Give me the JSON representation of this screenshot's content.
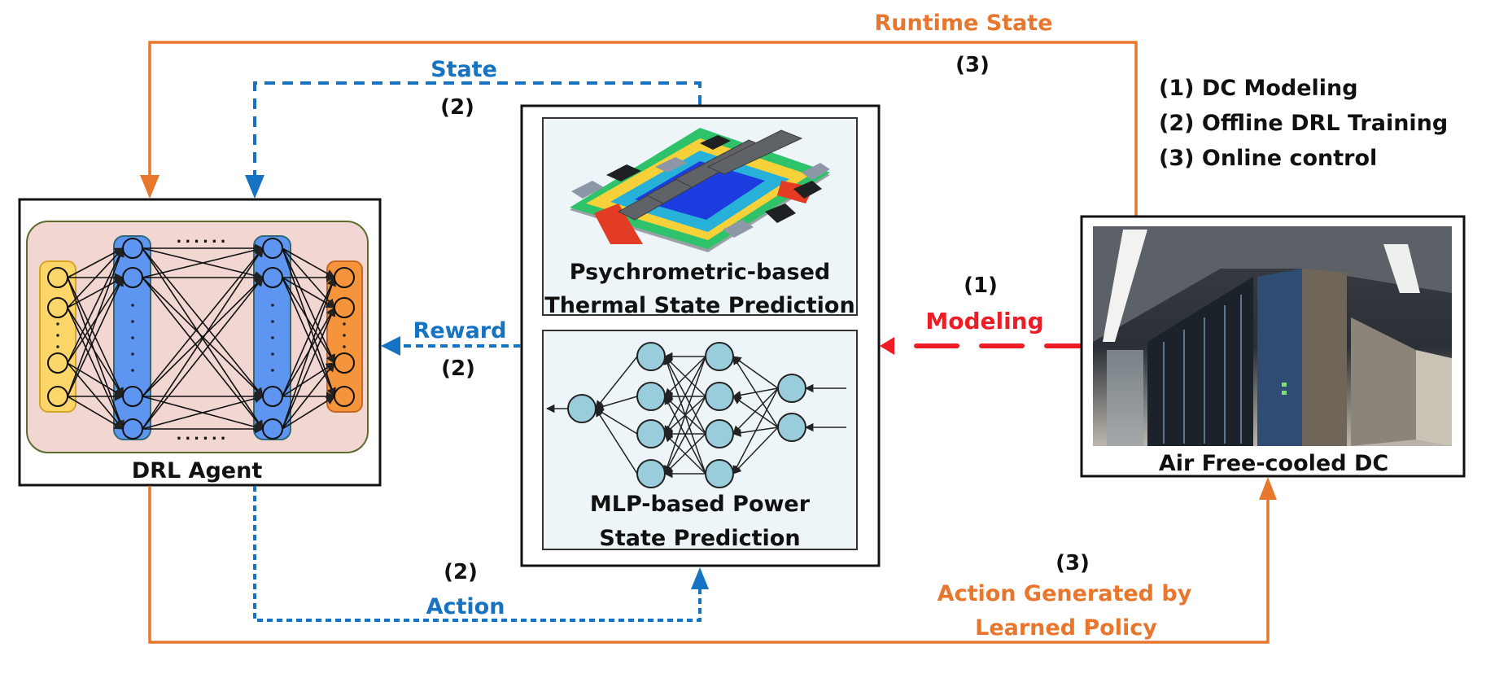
{
  "colors": {
    "orange": "#E8762D",
    "blue": "#1672C2",
    "red": "#EE1C25",
    "input_layer": "#FDD66A",
    "hidden_layer": "#5E95F0",
    "output_layer": "#F5943A",
    "agent_panel": "#F2D6D2",
    "mlp_node": "#9ACDDB",
    "inner_box_bg": "#EEF5F8"
  },
  "nodes": {
    "drl_agent": {
      "label": "DRL Agent",
      "ellipsis": "......"
    },
    "thermal_model": {
      "label_line1": "Psychrometric-based",
      "label_line2": "Thermal State Prediction"
    },
    "power_model": {
      "label_line1": "MLP-based Power",
      "label_line2": "State Prediction"
    },
    "datacenter": {
      "label": "Air Free-cooled DC"
    }
  },
  "edges": {
    "runtime_state": {
      "label": "Runtime State",
      "step": "(3)"
    },
    "state": {
      "label": "State",
      "step": "(2)"
    },
    "reward": {
      "label": "Reward",
      "step": "(2)"
    },
    "action": {
      "label": "Action",
      "step": "(2)"
    },
    "modeling": {
      "label": "Modeling",
      "step": "(1)"
    },
    "policy_action": {
      "label_line1": "Action Generated by",
      "label_line2": "Learned Policy",
      "step": "(3)"
    }
  },
  "legend": {
    "items": [
      "(1) DC Modeling",
      "(2) Offline DRL Training",
      "(3) Online control"
    ]
  }
}
